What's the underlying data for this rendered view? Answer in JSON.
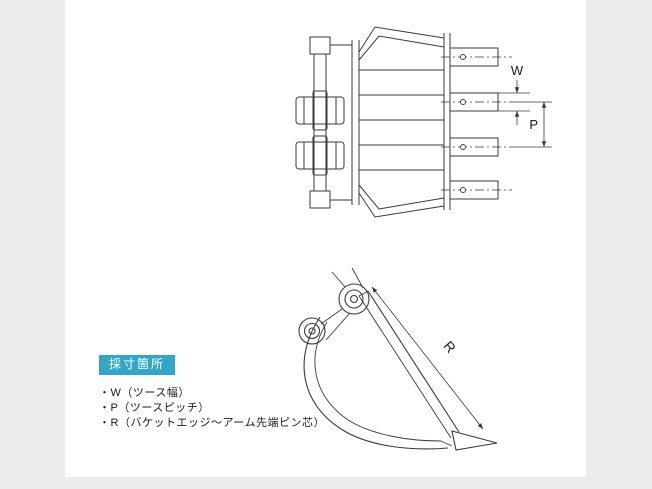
{
  "page": {
    "background_color": "#ececec",
    "panel_color": "#ffffff"
  },
  "measurement_label": {
    "text": "採寸箇所",
    "background_color": "#31a6c9",
    "text_color": "#ffffff"
  },
  "legend": {
    "items": [
      {
        "label": "・W（ツース幅）"
      },
      {
        "label": "・P（ツースピッチ）"
      },
      {
        "label": "・R（バケットエッジ～アーム先端ピン芯）"
      }
    ]
  },
  "diagram": {
    "top_view": {
      "description": "bucket-top-view-with-teeth",
      "w_label": "W",
      "p_label": "P"
    },
    "side_view": {
      "description": "bucket-side-view-with-arm-pin",
      "r_label": "R"
    }
  }
}
